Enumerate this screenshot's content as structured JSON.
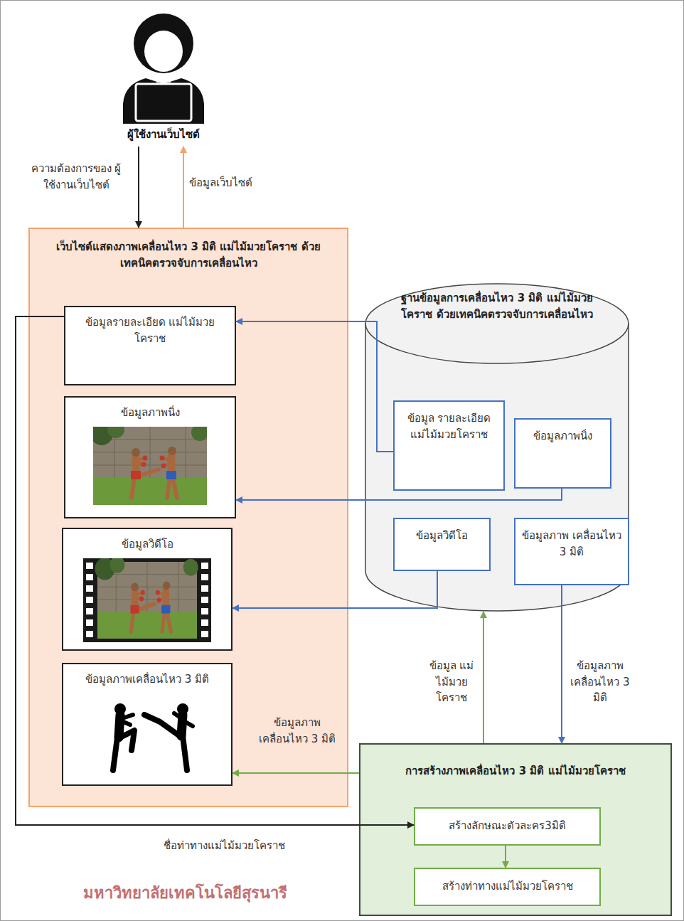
{
  "diagram": {
    "nodes": [
      {
        "text": [
          "ผู้ใช้งานเว็บไซต์"
        ]
      },
      {
        "text": [
          "เว็บไซต์แสดงภาพเคลื่อนไหว 3 มิติ แม่ไม้มวยโคราช ด้วยเทคนิคตรวจจับการเคลื่อนไหว"
        ]
      },
      {
        "text": [
          "ข้อมูลรายละเอียด แม่ไม้มวยโคราช"
        ],
        "in": 1
      },
      {
        "text": [
          "ข้อมูลภาพนิ่ง"
        ],
        "in": 1
      },
      {
        "text": [
          "ข้อมูลวิดีโอ"
        ],
        "in": 1
      },
      {
        "text": [
          "ข้อมูลภาพเคลื่อนไหว 3 มิติ"
        ],
        "in": 1
      },
      {
        "text": [
          "ฐานข้อมูลการเคลื่อนไหว 3 มิติ แม่ไม้มวยโคราช ด้วยเทคนิคตรวจจับการเคลื่อนไหว"
        ]
      },
      {
        "text": [
          "ข้อมูล รายละเอียด แม่ไม้มวยโคราช"
        ],
        "in": 6
      },
      {
        "text": [
          "ข้อมูลภาพนิ่ง"
        ],
        "in": 6
      },
      {
        "text": [
          "ข้อมูลวิดีโอ"
        ],
        "in": 6
      },
      {
        "text": [
          "ข้อมูลภาพ เคลื่อนไหว 3 มิติ"
        ],
        "in": 6
      },
      {
        "text": [
          "การสร้างภาพเคลื่อนไหว 3 มิติ แม่ไม้มวยโคราช"
        ]
      },
      {
        "text": [
          "สร้างลักษณะตัวละคร3มิติ"
        ],
        "in": 11
      },
      {
        "text": [
          "สร้างท่าทางแม่ไม้มวยโคราช"
        ],
        "in": 11
      }
    ],
    "edges": [
      {
        "from": 0,
        "to": 1,
        "arrow": "to",
        "label": "ความต้องการของ ผู้ใช้งานเว็บไซต์"
      },
      {
        "from": 1,
        "to": 0,
        "arrow": "to",
        "label": "ข้อมูลเว็บไซต์"
      },
      {
        "from": 7,
        "to": 2,
        "arrow": "to"
      },
      {
        "from": 8,
        "to": 3,
        "arrow": "to"
      },
      {
        "from": 9,
        "to": 4,
        "arrow": "to"
      },
      {
        "from": 10,
        "to": 11,
        "arrow": "to",
        "label": "ข้อมูลภาพ เคลื่อนไหว 3 มิติ"
      },
      {
        "from": 11,
        "to": 6,
        "arrow": "to",
        "label": "ข้อมูล แม่ไม้มวย โคราช"
      },
      {
        "from": 11,
        "to": 5,
        "arrow": "to",
        "label": "ข้อมูลภาพ เคลื่อนไหว 3 มิติ"
      },
      {
        "from": 2,
        "to": 12,
        "arrow": "to",
        "label": "ชื่อท่าทางแม่ไม้มวยโคราช"
      },
      {
        "from": 12,
        "to": 13,
        "arrow": "to"
      }
    ],
    "labels": [
      "มหาวิทยาลัยเทคโนโลยีสุรนารี"
    ]
  }
}
